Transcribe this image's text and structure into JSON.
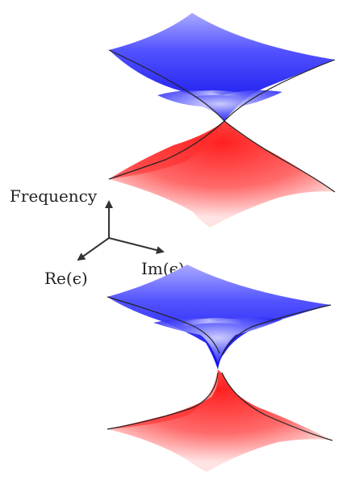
{
  "axes": {
    "frequency_label": "Frequency",
    "re_label": "Re(ϵ)",
    "im_label": "Im(ϵ)"
  },
  "colors": {
    "upper_band": "#1a1aff",
    "lower_band": "#ff2a2a",
    "edge": "#111111"
  }
}
